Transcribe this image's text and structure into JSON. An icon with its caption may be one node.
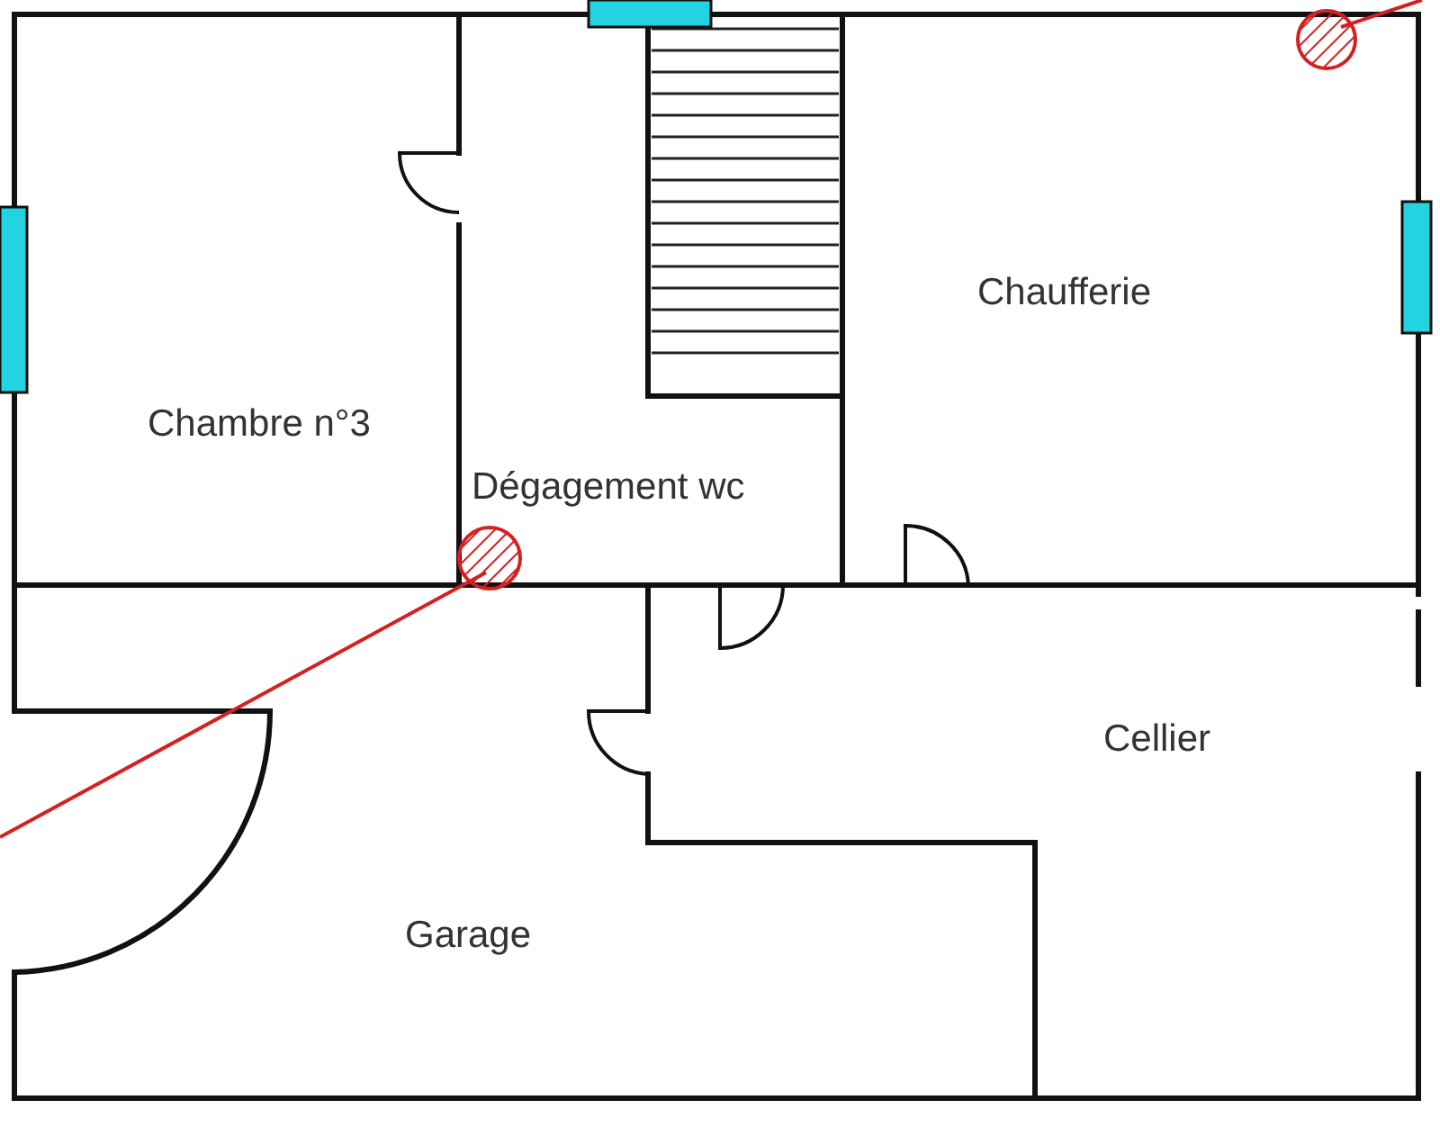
{
  "diagram": {
    "nodes": [
      {
        "text": [
          "Chambre n°3"
        ]
      },
      {
        "text": [
          "Chaufferie"
        ]
      },
      {
        "text": [
          "Dégagement wc"
        ]
      },
      {
        "text": [
          "Cellier"
        ]
      },
      {
        "text": [
          "Garage"
        ]
      }
    ]
  }
}
